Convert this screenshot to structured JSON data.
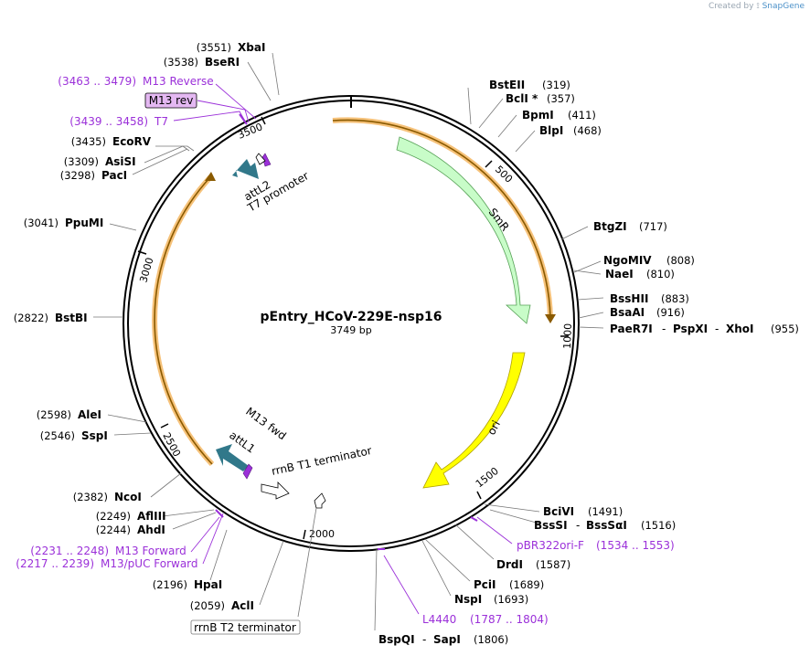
{
  "plasmid": {
    "name": "pEntry_HCoV-229E-nsp16",
    "length": "3749 bp"
  },
  "watermark": {
    "prefix": "Created by",
    "brand": "SnapGene"
  },
  "ticks": [
    "500",
    "1000",
    "1500",
    "2000",
    "2500",
    "3000",
    "3500"
  ],
  "features": {
    "smr": "SmR",
    "ori": "ori",
    "attl2": "attL2",
    "t7_promoter": "T7 promoter",
    "attl1": "attL1",
    "m13_fwd": "M13 fwd",
    "rrnb_t1": "rrnB T1 terminator",
    "rrnb_t2": "rrnB T2 terminator"
  },
  "sites": {
    "xbai": {
      "pos": "(3551)",
      "name": "XbaI"
    },
    "bseri": {
      "pos": "(3538)",
      "name": "BseRI"
    },
    "ecorv": {
      "pos": "(3435)",
      "name": "EcoRV"
    },
    "asisi": {
      "pos": "(3309)",
      "name": "AsiSI"
    },
    "paci": {
      "pos": "(3298)",
      "name": "PacI"
    },
    "ppumi": {
      "pos": "(3041)",
      "name": "PpuMI"
    },
    "bstbi": {
      "pos": "(2822)",
      "name": "BstBI"
    },
    "alei": {
      "pos": "(2598)",
      "name": "AleI"
    },
    "sspi": {
      "pos": "(2546)",
      "name": "SspI"
    },
    "ncoi": {
      "pos": "(2382)",
      "name": "NcoI"
    },
    "aflii": {
      "pos": "(2249)",
      "name": "AflIII"
    },
    "ahdi": {
      "pos": "(2244)",
      "name": "AhdI"
    },
    "hpai": {
      "pos": "(2196)",
      "name": "HpaI"
    },
    "acli": {
      "pos": "(2059)",
      "name": "AclI"
    },
    "bsteii": {
      "pos": "(319)",
      "name": "BstEII"
    },
    "bcli": {
      "pos": "(357)",
      "name": "BclI *"
    },
    "bpmi": {
      "pos": "(411)",
      "name": "BpmI"
    },
    "blpi": {
      "pos": "(468)",
      "name": "BlpI"
    },
    "btgzi": {
      "pos": "(717)",
      "name": "BtgZI"
    },
    "ngomiv": {
      "pos": "(808)",
      "name": "NgoMIV"
    },
    "naei": {
      "pos": "(810)",
      "name": "NaeI"
    },
    "bsshii": {
      "pos": "(883)",
      "name": "BssHII"
    },
    "bsaai": {
      "pos": "(916)",
      "name": "BsaAI"
    },
    "paer7i": {
      "pos": "(955)",
      "name": "PaeR7I",
      "name2": "PspXI",
      "name3": "XhoI"
    },
    "bcivi": {
      "pos": "(1491)",
      "name": "BciVI"
    },
    "bsssi": {
      "pos": "(1516)",
      "name": "BssSI",
      "name2": "BssSαI"
    },
    "drdi": {
      "pos": "(1587)",
      "name": "DrdI"
    },
    "pcii": {
      "pos": "(1689)",
      "name": "PciI"
    },
    "nspi": {
      "pos": "(1693)",
      "name": "NspI"
    },
    "bspqi": {
      "pos": "(1806)",
      "name": "BspQI",
      "name2": "SapI"
    }
  },
  "primers": {
    "m13_reverse": {
      "range": "(3463 .. 3479)",
      "name": "M13 Reverse"
    },
    "m13_rev_box": "M13 rev",
    "t7": {
      "range": "(3439 .. 3458)",
      "name": "T7"
    },
    "m13_forward": {
      "range": "(2231 .. 2248)",
      "name": "M13 Forward"
    },
    "m13_puc_forward": {
      "range": "(2217 .. 2239)",
      "name": "M13/pUC Forward"
    },
    "pbr322ori_f": {
      "name": "pBR322ori-F",
      "range": "(1534 .. 1553)"
    },
    "l4440": {
      "name": "L4440",
      "range": "(1787 .. 1804)"
    }
  },
  "colors": {
    "smr": "#c8fcc8",
    "ori": "#ffff00",
    "att": "#31788a",
    "primer": "#9b30d9",
    "orf": "#f6c27a"
  }
}
